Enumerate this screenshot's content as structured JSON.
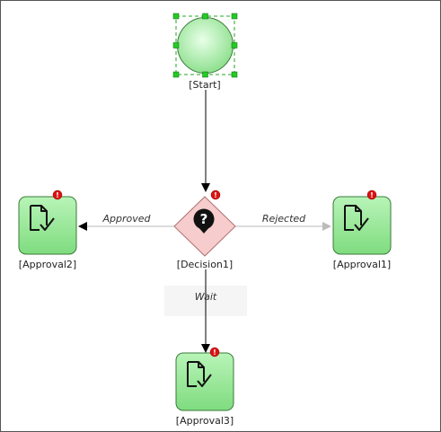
{
  "diagram": {
    "nodes": {
      "start": {
        "label": "[Start]",
        "shape": "circle",
        "selected": true
      },
      "decision": {
        "label": "[Decision1]",
        "shape": "diamond",
        "icon": "question-mark-icon",
        "warning": true
      },
      "approval1": {
        "label": "[Approval1]",
        "shape": "rounded-rect",
        "icon": "document-check-icon",
        "warning": true
      },
      "approval2": {
        "label": "[Approval2]",
        "shape": "rounded-rect",
        "icon": "document-check-icon",
        "warning": true
      },
      "approval3": {
        "label": "[Approval3]",
        "shape": "rounded-rect",
        "icon": "document-check-icon",
        "warning": true
      }
    },
    "edges": {
      "start_to_decision": {
        "label": ""
      },
      "approved": {
        "label": "Approved"
      },
      "rejected": {
        "label": "Rejected"
      },
      "wait": {
        "label": "Wait"
      }
    },
    "colors": {
      "node_fill": "#9ee89e",
      "node_stroke": "#3a7a3a",
      "decision_fill": "#f6cccc",
      "decision_stroke": "#b07070",
      "warning_badge": "#dd1111",
      "selection_handle": "#22cc22"
    }
  }
}
